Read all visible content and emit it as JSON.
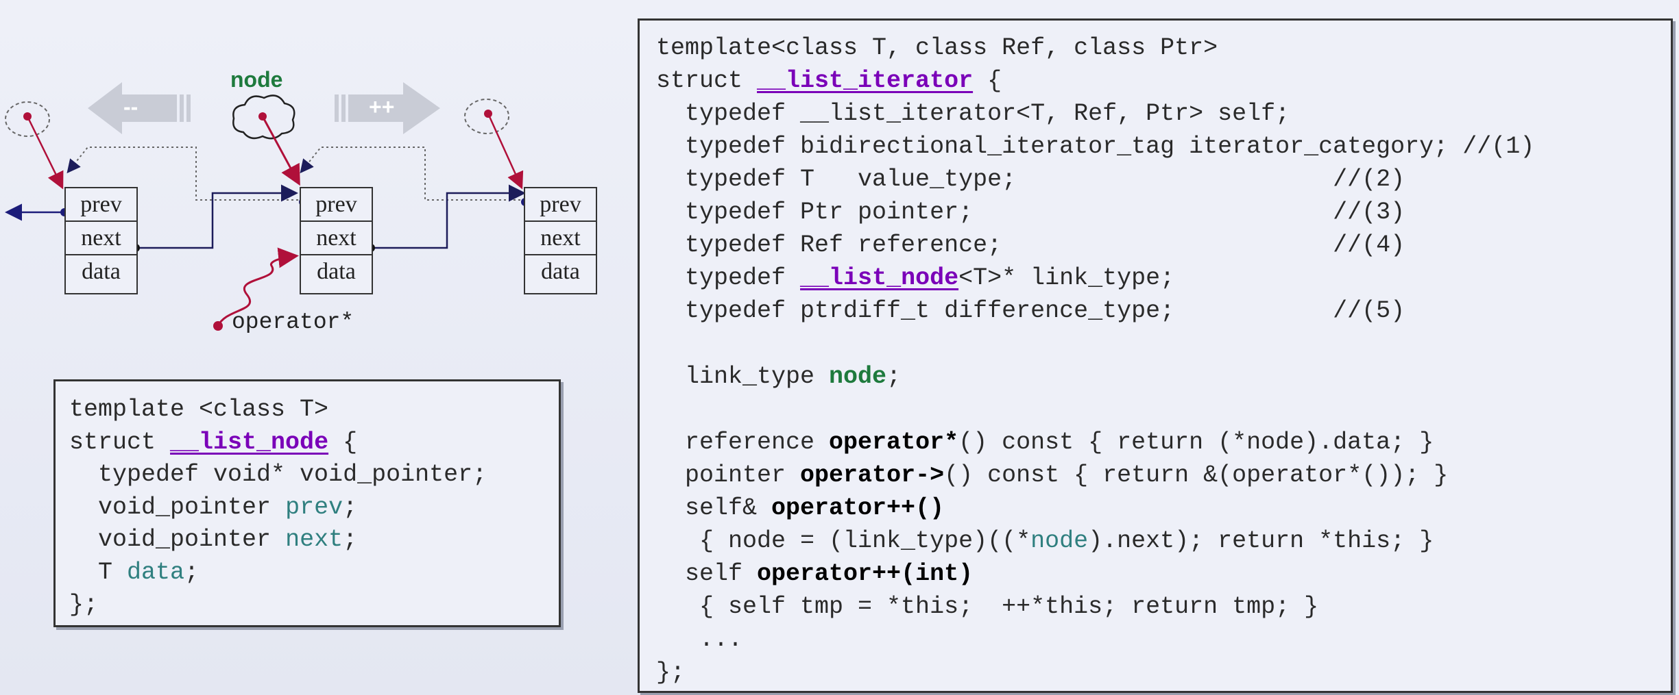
{
  "diagram": {
    "node_label": "node",
    "decrement_label": "--",
    "increment_label": "++",
    "operator_label": "operator*",
    "nodes": [
      {
        "prev": "prev",
        "next": "next",
        "data": "data"
      },
      {
        "prev": "prev",
        "next": "next",
        "data": "data"
      },
      {
        "prev": "prev",
        "next": "next",
        "data": "data"
      }
    ]
  },
  "list_node_code": {
    "line1": "template <class T>",
    "line2_a": "struct ",
    "line2_name": "__list_node",
    "line2_b": " {",
    "line3": "  typedef void* void_pointer;",
    "line4_a": "  void_pointer ",
    "line4_field": "prev",
    "line4_b": ";",
    "line5_a": "  void_pointer ",
    "line5_field": "next",
    "line5_b": ";",
    "line6_a": "  T ",
    "line6_field": "data",
    "line6_b": ";",
    "line7": "};"
  },
  "iterator_code": {
    "l1": "template<class T, class Ref, class Ptr>",
    "l2_a": "struct ",
    "l2_name": "__list_iterator",
    "l2_b": " {",
    "l3": "  typedef __list_iterator<T, Ref, Ptr> self;",
    "l4": "  typedef bidirectional_iterator_tag iterator_category; //(1)",
    "l5": "  typedef T   value_type;                      //(2)",
    "l6": "  typedef Ptr pointer;                         //(3)",
    "l7": "  typedef Ref reference;                       //(4)",
    "l8_a": "  typedef ",
    "l8_name": "__list_node",
    "l8_b": "<T>* link_type;",
    "l9": "  typedef ptrdiff_t difference_type;           //(5)",
    "l10_a": "  link_type ",
    "l10_node": "node",
    "l10_b": ";",
    "l11_a": "  reference ",
    "l11_op": "operator*",
    "l11_b": "() const { return (*node).data; }",
    "l12_a": "  pointer ",
    "l12_op": "operator->",
    "l12_b": "() const { return &(operator*()); }",
    "l13_a": "  self& ",
    "l13_op": "operator++()",
    "l14_a": "   { node = (link_type)((*",
    "l14_node": "node",
    "l14_b": ").next); return *this; }",
    "l15_a": "  self ",
    "l15_op": "operator++(int)",
    "l16": "   { self tmp = *this;  ++*this; return tmp; }",
    "l17": "   ...",
    "l18": "};"
  },
  "colors": {
    "keyword": "#7a00b8",
    "node_green": "#1e7a3d",
    "field_teal": "#2f7f7f",
    "pointer_red": "#b0103a",
    "pointer_blue": "#1c1c7a"
  }
}
